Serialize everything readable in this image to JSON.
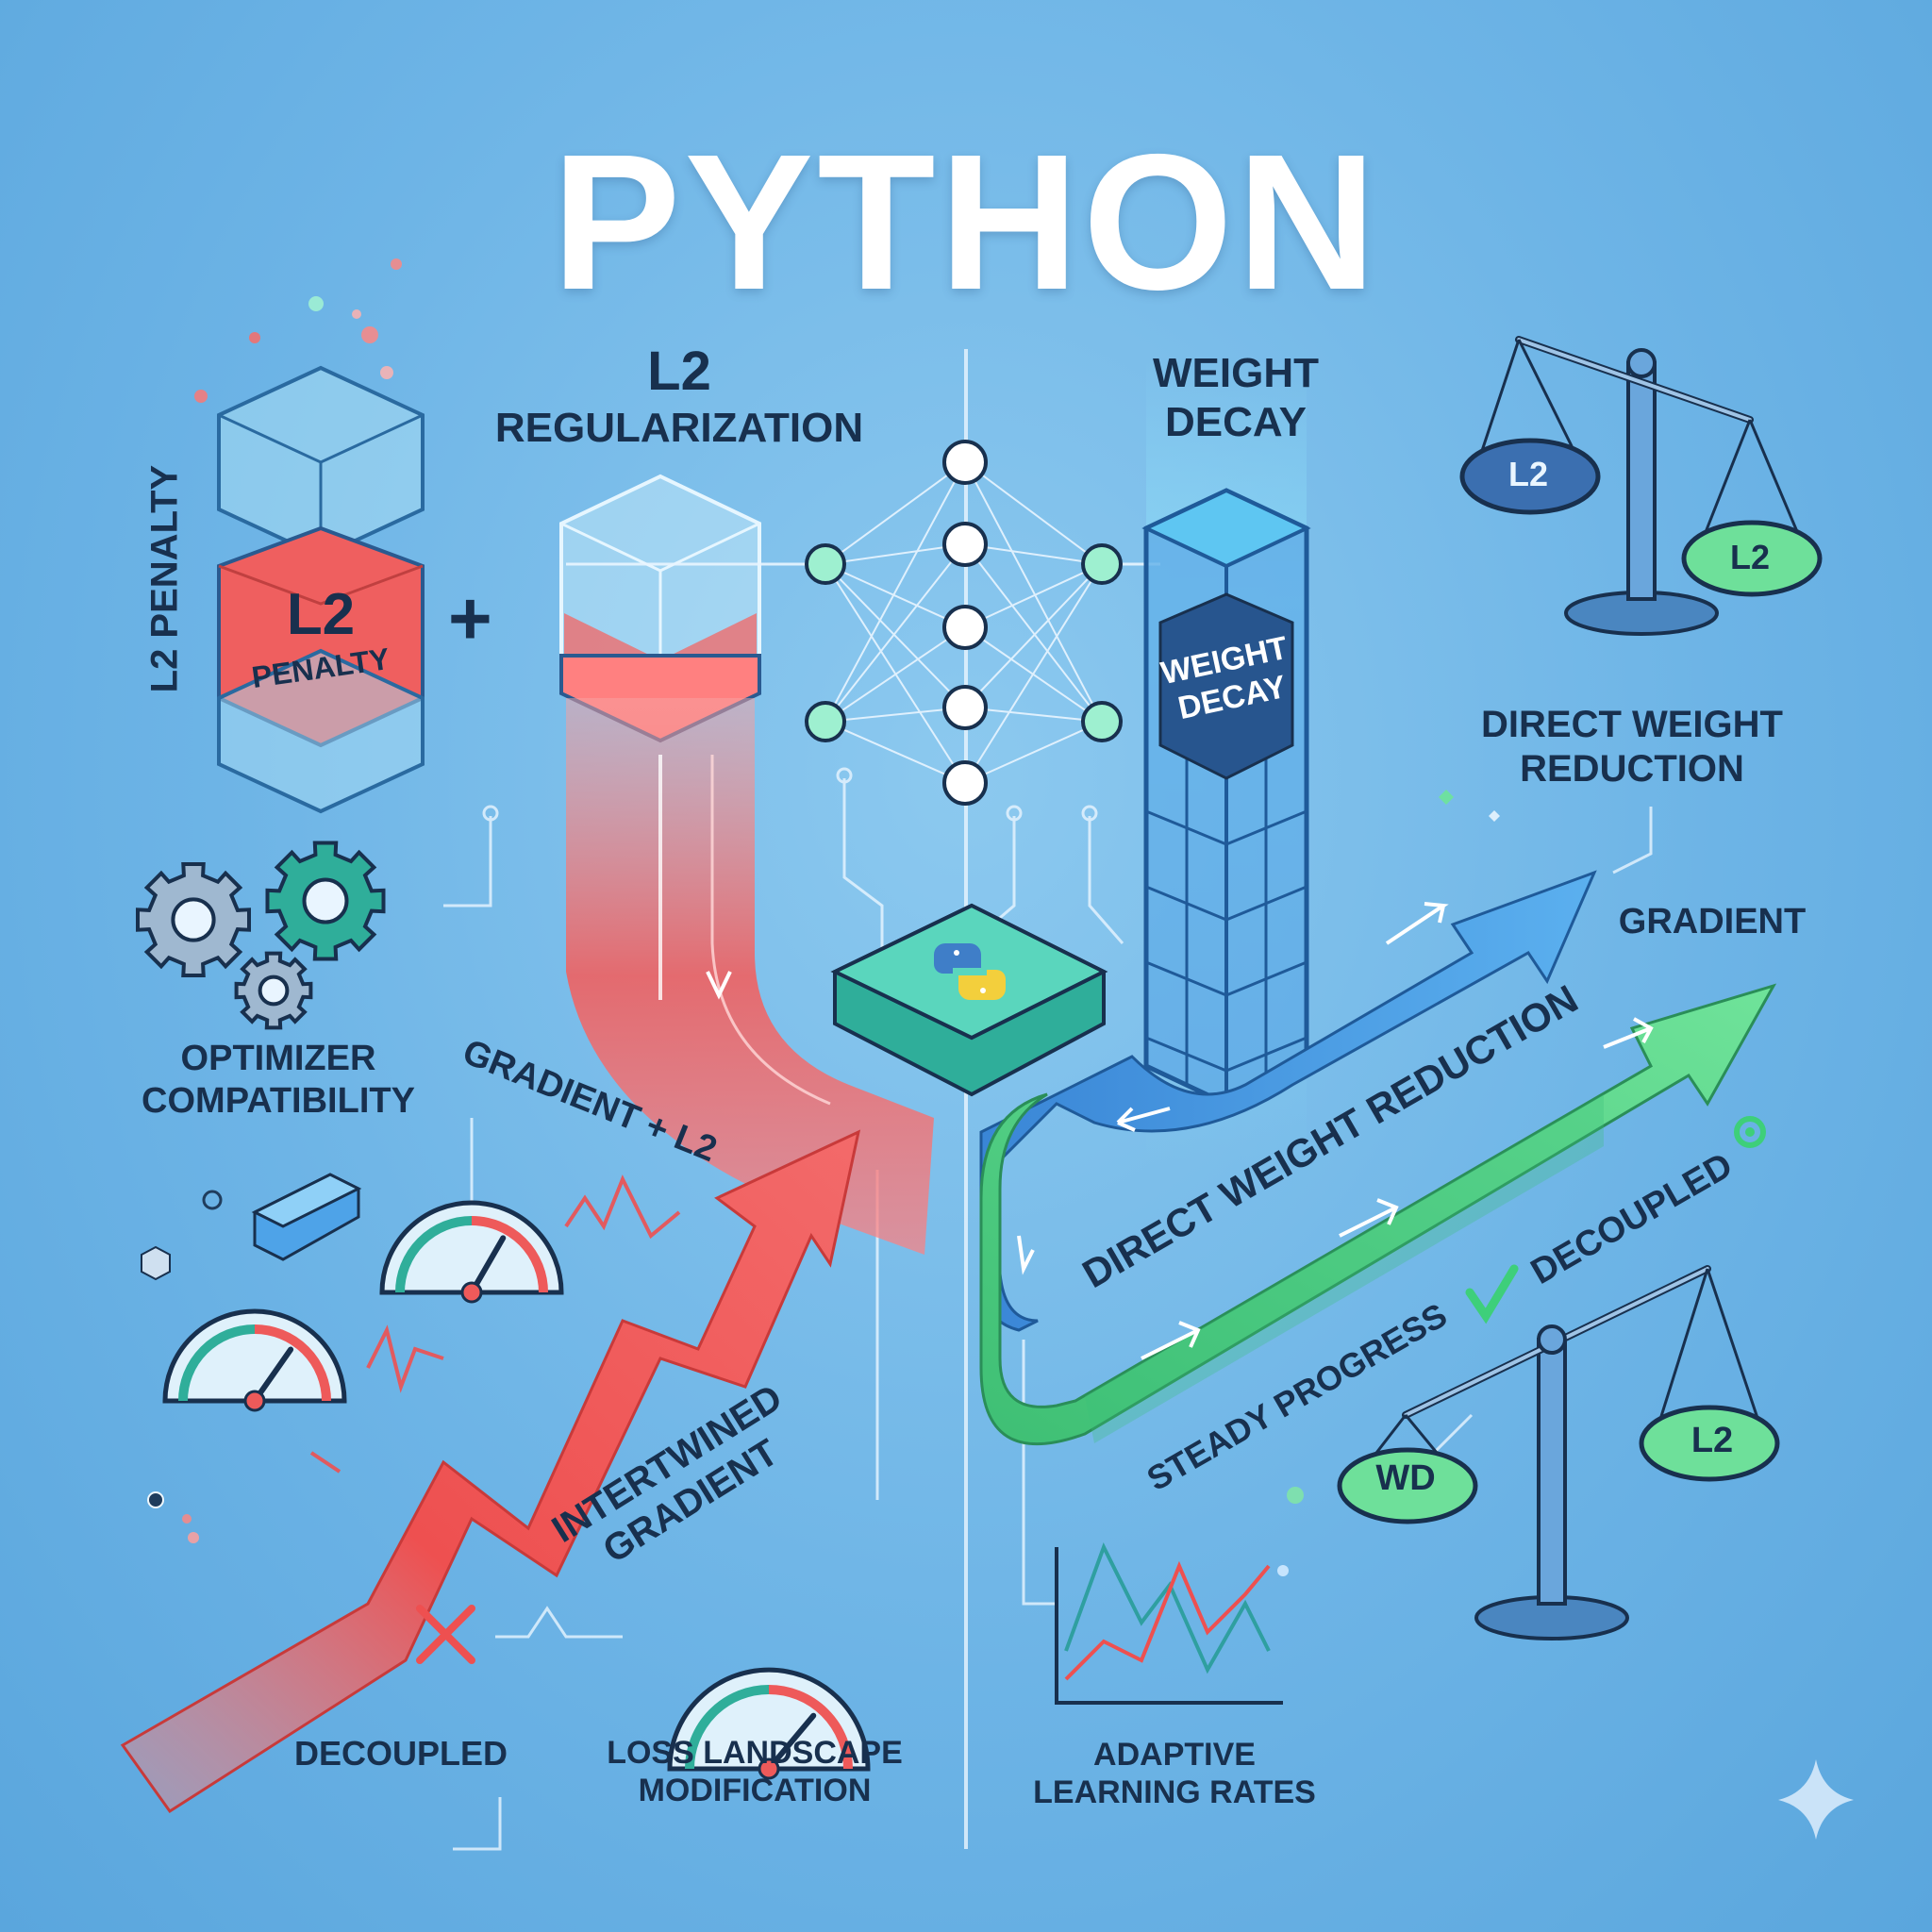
{
  "title": "PYTHON",
  "labels": {
    "l2_penalty_side": "L2 PENALTY",
    "l2_reg_line1": "L2",
    "l2_reg_line2": "REGULARIZATION",
    "weight_decay_line1": "WEIGHT",
    "weight_decay_line2": "DECAY",
    "cube_l2": "L2",
    "cube_penalty": "PENALTY",
    "tower_line1": "WEIGHT",
    "tower_line2": "DECAY",
    "plus": "+",
    "direct_weight_line1": "DIRECT WEIGHT",
    "direct_weight_line2": "REDUCTION",
    "gradient": "GRADIENT",
    "optimizer_line1": "OPTIMIZER",
    "optimizer_line2": "COMPATIBILITY",
    "gradient_l2": "GRADIENT + L2",
    "direct_weight_diag": "DIRECT WEIGHT REDUCTION",
    "decoupled_diag": "DECOUPLED",
    "steady_progress": "STEADY PROGRESS",
    "intertwined_line1": "INTERTWINED",
    "intertwined_line2": "GRADIENT",
    "decoupled_bottom": "DECOUPLED",
    "loss_line1": "LOSS LANDSCAPE",
    "loss_line2": "MODIFICATION",
    "adaptive_line1": "ADAPTIVE",
    "adaptive_line2": "LEARNING RATES",
    "scale_top_left_pan": "L2",
    "scale_top_right_pan": "L2",
    "scale_bottom_left_pan": "WD",
    "scale_bottom_right_pan": "L2"
  },
  "colors": {
    "red": "#ee5a5a",
    "green": "#4ccf7f",
    "blue": "#3f8fde",
    "teal": "#2fae9a",
    "ink": "#18304e"
  },
  "icons": [
    "gear-icon",
    "gauge-icon",
    "scale-icon",
    "python-logo-icon",
    "x-mark-icon",
    "check-icon",
    "sparkle-icon"
  ]
}
